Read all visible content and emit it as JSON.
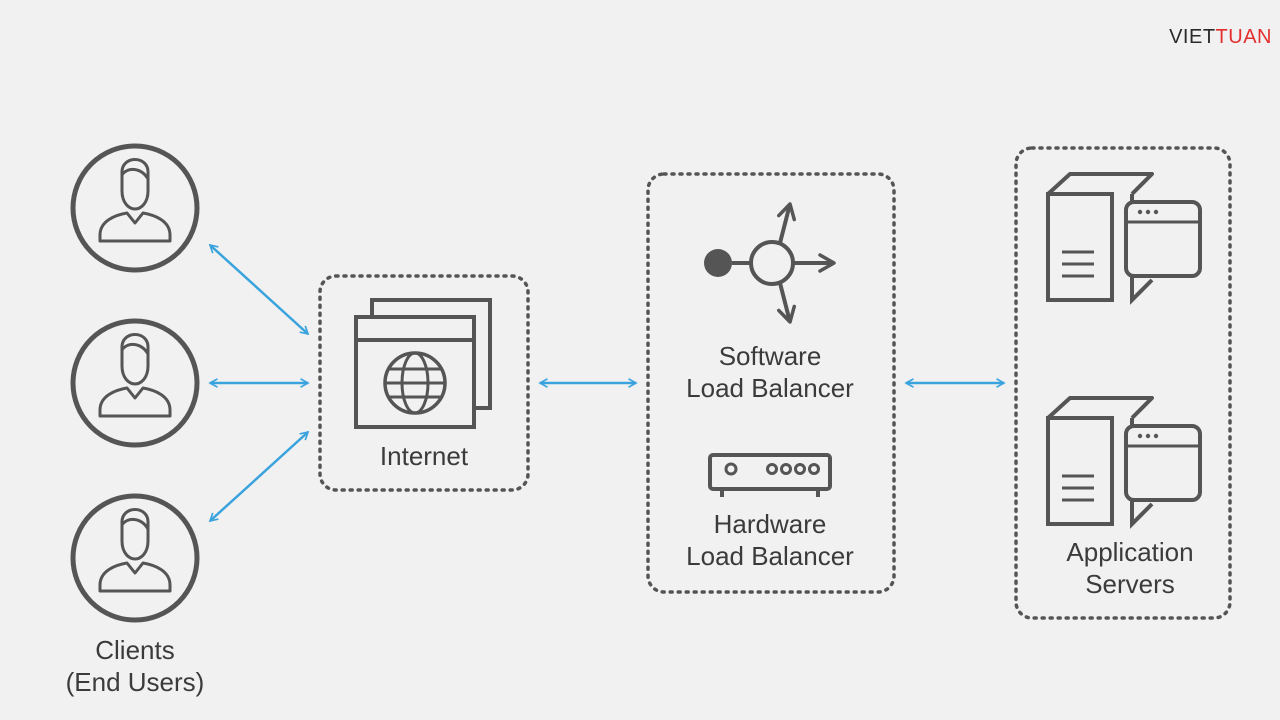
{
  "brand": {
    "part1": "VIET",
    "part2": "TUAN"
  },
  "nodes": {
    "clients": {
      "line1": "Clients",
      "line2": "(End Users)"
    },
    "internet": {
      "label": "Internet"
    },
    "software_lb": {
      "line1": "Software",
      "line2": "Load Balancer"
    },
    "hardware_lb": {
      "line1": "Hardware",
      "line2": "Load Balancer"
    },
    "app_servers": {
      "line1": "Application",
      "line2": "Servers"
    }
  },
  "colors": {
    "background": "#f1f1f1",
    "icon": "#555555",
    "arrow": "#3aa3dd",
    "brand_accent": "#e3302f"
  }
}
